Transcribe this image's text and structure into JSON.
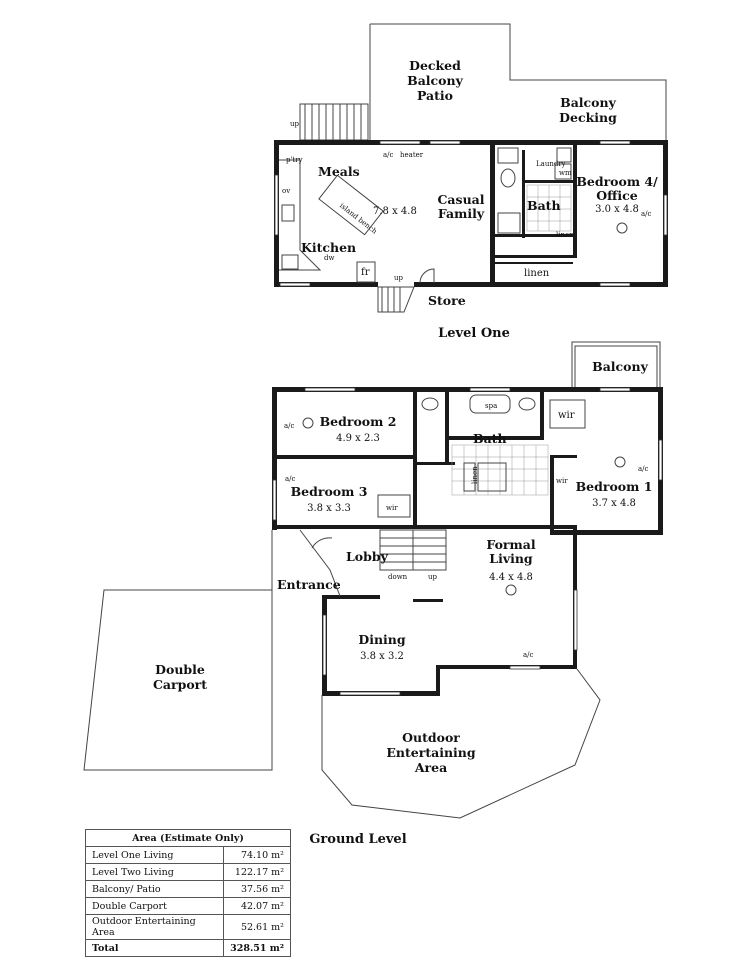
{
  "levels": {
    "level_one": "Level One",
    "ground": "Ground Level"
  },
  "rooms": {
    "decked_balcony": "Decked\nBalcony\nPatio",
    "balcony_decking": "Balcony\nDecking",
    "meals": "Meals",
    "meals_dim": "7.8 x 4.8",
    "casual_family": "Casual\nFamily",
    "kitchen": "Kitchen",
    "bath_upper": "Bath",
    "bedroom4": "Bedroom 4/\nOffice",
    "bedroom4_dim": "3.0 x 4.8",
    "store": "Store",
    "balcony": "Balcony",
    "bedroom2": "Bedroom 2",
    "bedroom2_dim": "4.9 x 2.3",
    "bedroom3": "Bedroom 3",
    "bedroom3_dim": "3.8 x 3.3",
    "bath_lower": "Bath",
    "bedroom1": "Bedroom 1",
    "bedroom1_dim": "3.7 x 4.8",
    "lobby": "Lobby",
    "entrance": "Entrance",
    "formal_living": "Formal\nLiving",
    "formal_living_dim": "4.4 x 4.8",
    "dining": "Dining",
    "dining_dim": "3.8 x 3.2",
    "double_carport": "Double\nCarport",
    "outdoor": "Outdoor\nEntertaining\nArea"
  },
  "small_labels": {
    "up": "up",
    "down": "down",
    "ac": "a/c",
    "heater": "heater",
    "pantry": "p'try",
    "island_bench": "island bench",
    "dw": "dw",
    "fr": "fr",
    "ov": "ov",
    "laundry": "Laundry",
    "wm": "wm",
    "linen": "linen",
    "spa": "spa",
    "wir": "wir"
  },
  "area_table": {
    "header": "Area (Estimate Only)",
    "rows": [
      {
        "label": "Level One Living",
        "value": "74.10 m²"
      },
      {
        "label": "Level Two Living",
        "value": "122.17 m²"
      },
      {
        "label": "Balcony/ Patio",
        "value": "37.56 m²"
      },
      {
        "label": "Double Carport",
        "value": "42.07 m²"
      },
      {
        "label": "Outdoor Entertaining Area",
        "value": "52.61 m²"
      }
    ],
    "total_label": "Total",
    "total_value": "328.51 m²"
  }
}
